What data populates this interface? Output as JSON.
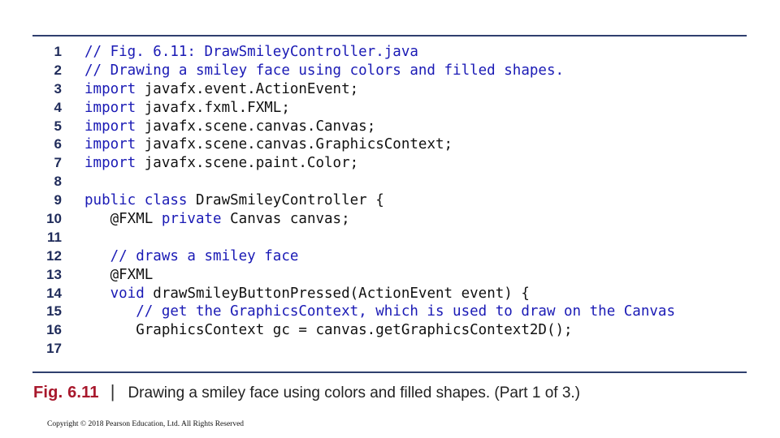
{
  "code_lines": [
    {
      "num": "1",
      "segments": [
        {
          "t": "// Fig. 6.11: DrawSmileyController.java",
          "k": "comment"
        }
      ]
    },
    {
      "num": "2",
      "segments": [
        {
          "t": "// Drawing a smiley face using colors and filled shapes.",
          "k": "comment"
        }
      ]
    },
    {
      "num": "3",
      "segments": [
        {
          "t": "import",
          "k": "keyword"
        },
        {
          "t": " javafx.event.ActionEvent;",
          "k": "plain"
        }
      ]
    },
    {
      "num": "4",
      "segments": [
        {
          "t": "import",
          "k": "keyword"
        },
        {
          "t": " javafx.fxml.FXML;",
          "k": "plain"
        }
      ]
    },
    {
      "num": "5",
      "segments": [
        {
          "t": "import",
          "k": "keyword"
        },
        {
          "t": " javafx.scene.canvas.Canvas;",
          "k": "plain"
        }
      ]
    },
    {
      "num": "6",
      "segments": [
        {
          "t": "import",
          "k": "keyword"
        },
        {
          "t": " javafx.scene.canvas.GraphicsContext;",
          "k": "plain"
        }
      ]
    },
    {
      "num": "7",
      "segments": [
        {
          "t": "import",
          "k": "keyword"
        },
        {
          "t": " javafx.scene.paint.Color;",
          "k": "plain"
        }
      ]
    },
    {
      "num": "8",
      "segments": []
    },
    {
      "num": "9",
      "segments": [
        {
          "t": "public class",
          "k": "keyword"
        },
        {
          "t": " DrawSmileyController {",
          "k": "plain"
        }
      ]
    },
    {
      "num": "10",
      "segments": [
        {
          "t": "   @FXML ",
          "k": "plain"
        },
        {
          "t": "private",
          "k": "keyword"
        },
        {
          "t": " Canvas canvas;",
          "k": "plain"
        }
      ]
    },
    {
      "num": "11",
      "segments": []
    },
    {
      "num": "12",
      "segments": [
        {
          "t": "   // draws a smiley face",
          "k": "comment"
        }
      ]
    },
    {
      "num": "13",
      "segments": [
        {
          "t": "   @FXML",
          "k": "plain"
        }
      ]
    },
    {
      "num": "14",
      "segments": [
        {
          "t": "   void",
          "k": "keyword"
        },
        {
          "t": " drawSmileyButtonPressed(ActionEvent event) {",
          "k": "plain"
        }
      ]
    },
    {
      "num": "15",
      "segments": [
        {
          "t": "      // get the GraphicsContext, which is used to draw on the Canvas",
          "k": "comment"
        }
      ]
    },
    {
      "num": "16",
      "segments": [
        {
          "t": "      GraphicsContext gc = canvas.getGraphicsContext2D();",
          "k": "plain"
        }
      ]
    },
    {
      "num": "17",
      "segments": []
    }
  ],
  "caption": {
    "label": "Fig. 6.11",
    "separator": "|",
    "text": "Drawing a smiley face using colors and filled shapes. (Part 1 of 3.)"
  },
  "copyright": "Copyright © 2018 Pearson Education, Ltd. All Rights Reserved",
  "colors": {
    "keyword": "#1a1ab5",
    "comment": "#1a1ab5",
    "line_number": "#1f2b5a",
    "caption_label": "#a8182c",
    "rule": "#2f3f6e"
  }
}
